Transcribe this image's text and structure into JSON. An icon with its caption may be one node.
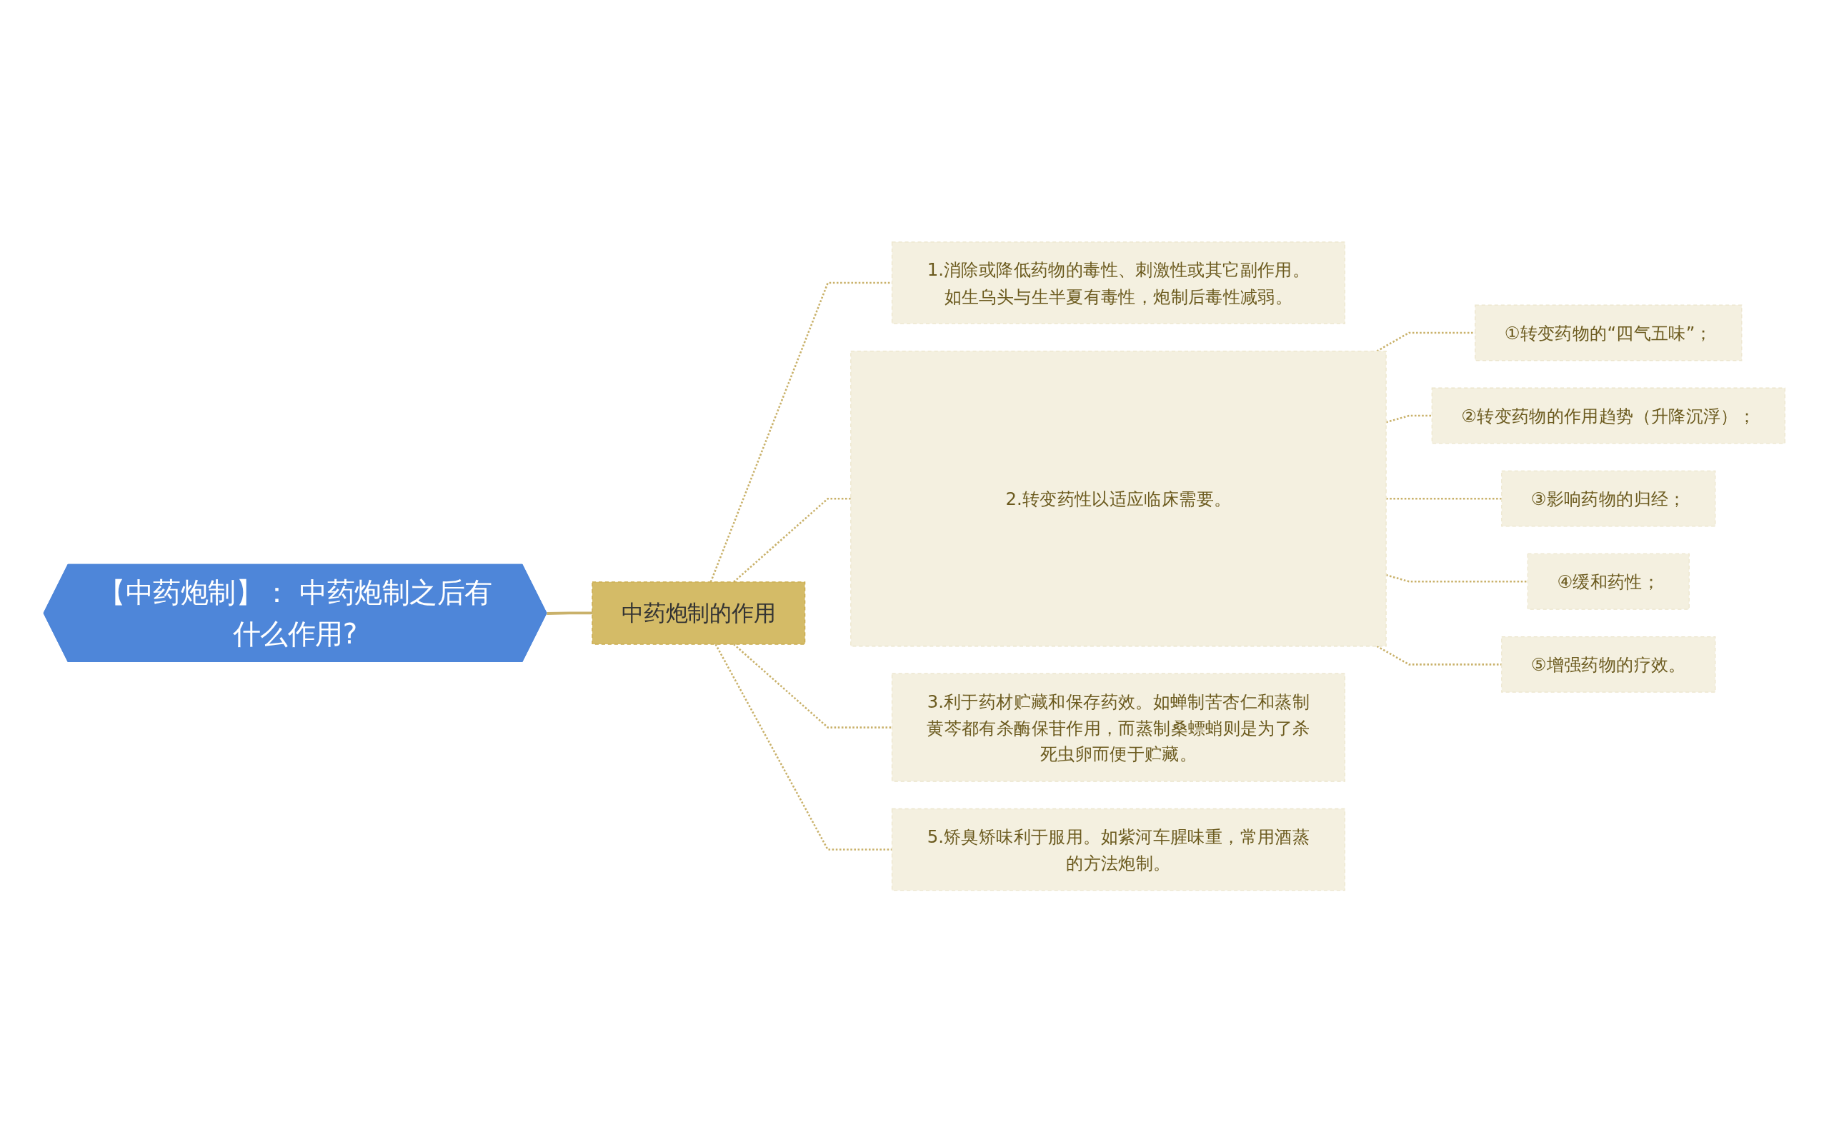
{
  "diagram": {
    "nodes": [
      {
        "text": [
          "【中药炮制】： 中药炮制之后有什么作用?"
        ]
      },
      {
        "text": [
          "中药炮制的作用"
        ]
      },
      {
        "text": [
          "1.消除或降低药物的毒性、刺激性或其它副作用。如生乌头与生半夏有毒性，炮制后毒性减弱。"
        ]
      },
      {
        "text": [
          "2.转变药性以适应临床需要。"
        ]
      },
      {
        "text": [
          "①转变药物的“四气五味”；"
        ]
      },
      {
        "text": [
          "②转变药物的作用趋势（升降沉浮）；"
        ]
      },
      {
        "text": [
          "③影响药物的归经；"
        ]
      },
      {
        "text": [
          "④缓和药性；"
        ]
      },
      {
        "text": [
          "⑤增强药物的疗效。"
        ]
      },
      {
        "text": [
          "3.利于药材贮藏和保存药效。如蝉制苦杏仁和蒸制黄芩都有杀酶保苷作用，而蒸制桑螵蛸则是为了杀死虫卵而便于贮藏。"
        ]
      },
      {
        "text": [
          "5.矫臭矫味利于服用。如紫河车腥味重，常用酒蒸的方法炮制。"
        ]
      }
    ],
    "edges": [
      {
        "from": 0,
        "to": 1,
        "arrow": "none"
      },
      {
        "from": 1,
        "to": 2,
        "arrow": "none",
        "style": "dashed"
      },
      {
        "from": 1,
        "to": 3,
        "arrow": "none",
        "style": "dashed"
      },
      {
        "from": 3,
        "to": 4,
        "arrow": "none",
        "style": "dashed"
      },
      {
        "from": 3,
        "to": 5,
        "arrow": "none",
        "style": "dashed"
      },
      {
        "from": 3,
        "to": 6,
        "arrow": "none",
        "style": "dashed"
      },
      {
        "from": 3,
        "to": 7,
        "arrow": "none",
        "style": "dashed"
      },
      {
        "from": 3,
        "to": 8,
        "arrow": "none",
        "style": "dashed"
      },
      {
        "from": 1,
        "to": 9,
        "arrow": "none",
        "style": "dashed"
      },
      {
        "from": 1,
        "to": 10,
        "arrow": "none",
        "style": "dashed"
      }
    ]
  }
}
